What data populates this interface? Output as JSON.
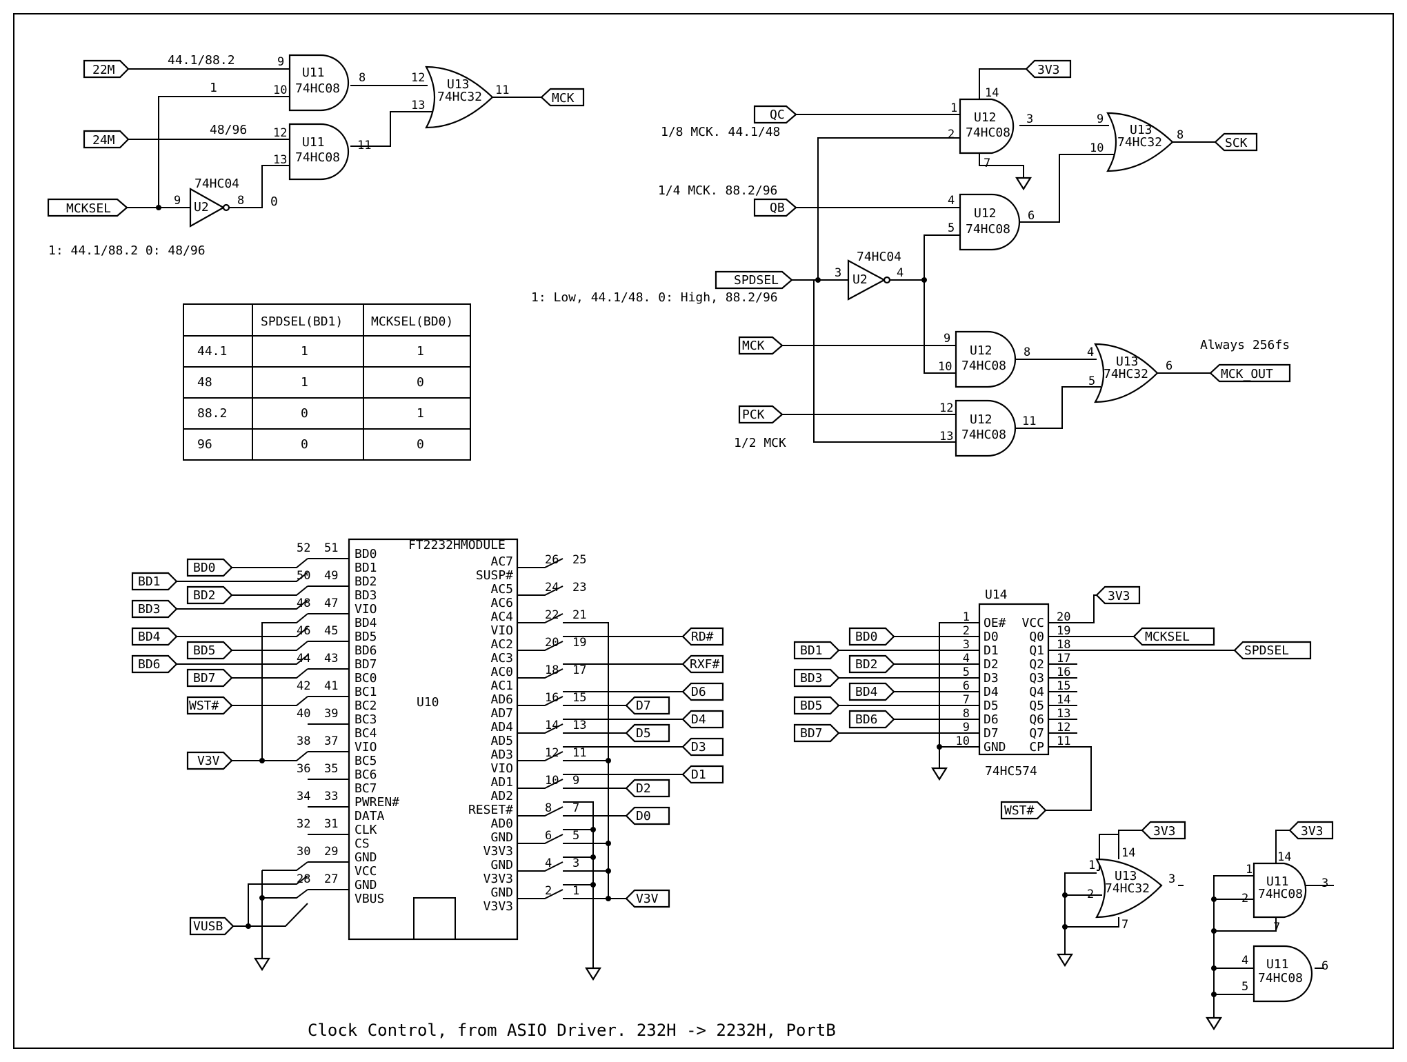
{
  "title": "Clock Control, from ASIO Driver. 232H -> 2232H, PortB",
  "top_left": {
    "ports": {
      "m22": "22M",
      "m24": "24M",
      "mcksel": "MCKSEL",
      "mck": "MCK"
    },
    "labels": {
      "a": "44.1/88.2",
      "b": "1",
      "c": "48/96",
      "zero": "0",
      "note": "1: 44.1/88.2  0: 48/96"
    },
    "gates": {
      "u11a": {
        "ref": "U11",
        "type": "74HC08",
        "p1": "9",
        "p2": "10",
        "po": "8"
      },
      "u11b": {
        "ref": "U11",
        "type": "74HC08",
        "p1": "12",
        "p2": "13",
        "po": "11"
      },
      "u13": {
        "ref": "U13",
        "type": "74HC32",
        "p1": "12",
        "p2": "13",
        "po": "11"
      },
      "u2": {
        "ref": "U2",
        "type": "74HC04",
        "pi": "9",
        "po": "8"
      }
    }
  },
  "table": {
    "headers": [
      "",
      "SPDSEL(BD1)",
      "MCKSEL(BD0)"
    ],
    "rows": [
      [
        "44.1",
        "1",
        "1"
      ],
      [
        "48",
        "1",
        "0"
      ],
      [
        "88.2",
        "0",
        "1"
      ],
      [
        "96",
        "0",
        "0"
      ]
    ]
  },
  "top_right": {
    "ports": {
      "qc": "QC",
      "qb": "QB",
      "spdsel": "SPDSEL",
      "mck": "MCK",
      "pck": "PCK",
      "sck": "SCK",
      "mck_out": "MCK_OUT",
      "v3v3": "3V3"
    },
    "labels": {
      "l18": "1/8 MCK. 44.1/48",
      "l14": "1/4 MCK. 88.2/96",
      "note": "1: Low, 44.1/48. 0: High, 88.2/96",
      "l12": "1/2 MCK",
      "always": "Always 256fs"
    },
    "gates": {
      "u12a": {
        "ref": "U12",
        "type": "74HC08",
        "p1": "1",
        "p2": "2",
        "po": "3",
        "pv": "14",
        "pg": "7"
      },
      "u12b": {
        "ref": "U12",
        "type": "74HC08",
        "p1": "4",
        "p2": "5",
        "po": "6"
      },
      "u12c": {
        "ref": "U12",
        "type": "74HC08",
        "p1": "9",
        "p2": "10",
        "po": "8"
      },
      "u12d": {
        "ref": "U12",
        "type": "74HC08",
        "p1": "12",
        "p2": "13",
        "po": "11"
      },
      "u13a": {
        "ref": "U13",
        "type": "74HC32",
        "p1": "9",
        "p2": "10",
        "po": "8"
      },
      "u13b": {
        "ref": "U13",
        "type": "74HC32",
        "p1": "4",
        "p2": "5",
        "po": "6"
      },
      "u2": {
        "ref": "U2",
        "type": "74HC04",
        "pi": "3",
        "po": "4"
      }
    }
  },
  "module": {
    "ref": "U10",
    "name": "FT2232HMODULE",
    "left_pins": [
      {
        "label": "BD0",
        "n1": "52",
        "n2": "51"
      },
      {
        "label": "BD1",
        "n1": "",
        "n2": ""
      },
      {
        "label": "BD2",
        "n1": "50",
        "n2": "49"
      },
      {
        "label": "BD3",
        "n1": "",
        "n2": ""
      },
      {
        "label": "VIO",
        "n1": "48",
        "n2": "47"
      },
      {
        "label": "BD4",
        "n1": "",
        "n2": ""
      },
      {
        "label": "BD5",
        "n1": "46",
        "n2": "45"
      },
      {
        "label": "BD6",
        "n1": "",
        "n2": ""
      },
      {
        "label": "BD7",
        "n1": "44",
        "n2": "43"
      },
      {
        "label": "BC0",
        "n1": "",
        "n2": ""
      },
      {
        "label": "BC1",
        "n1": "42",
        "n2": "41"
      },
      {
        "label": "BC2",
        "n1": "",
        "n2": ""
      },
      {
        "label": "BC3",
        "n1": "40",
        "n2": "39"
      },
      {
        "label": "BC4",
        "n1": "",
        "n2": ""
      },
      {
        "label": "VIO",
        "n1": "38",
        "n2": "37"
      },
      {
        "label": "BC5",
        "n1": "",
        "n2": ""
      },
      {
        "label": "BC6",
        "n1": "36",
        "n2": "35"
      },
      {
        "label": "BC7",
        "n1": "",
        "n2": ""
      },
      {
        "label": "PWREN#",
        "n1": "34",
        "n2": "33"
      },
      {
        "label": "DATA",
        "n1": "",
        "n2": ""
      },
      {
        "label": "CLK",
        "n1": "32",
        "n2": "31"
      },
      {
        "label": "CS",
        "n1": "",
        "n2": ""
      },
      {
        "label": "GND",
        "n1": "30",
        "n2": "29"
      },
      {
        "label": "VCC",
        "n1": "",
        "n2": ""
      },
      {
        "label": "GND",
        "n1": "28",
        "n2": "27"
      },
      {
        "label": "VBUS",
        "n1": "",
        "n2": ""
      }
    ],
    "right_pins": [
      {
        "label": "AC7",
        "n1": "26",
        "n2": "25"
      },
      {
        "label": "SUSP#",
        "n1": "",
        "n2": ""
      },
      {
        "label": "AC5",
        "n1": "24",
        "n2": "23"
      },
      {
        "label": "AC6",
        "n1": "",
        "n2": ""
      },
      {
        "label": "AC4",
        "n1": "22",
        "n2": "21"
      },
      {
        "label": "VIO",
        "n1": "",
        "n2": ""
      },
      {
        "label": "AC2",
        "n1": "20",
        "n2": "19"
      },
      {
        "label": "AC3",
        "n1": "",
        "n2": ""
      },
      {
        "label": "AC0",
        "n1": "18",
        "n2": "17"
      },
      {
        "label": "AC1",
        "n1": "",
        "n2": ""
      },
      {
        "label": "AD6",
        "n1": "16",
        "n2": "15"
      },
      {
        "label": "AD7",
        "n1": "",
        "n2": ""
      },
      {
        "label": "AD4",
        "n1": "14",
        "n2": "13"
      },
      {
        "label": "AD5",
        "n1": "",
        "n2": ""
      },
      {
        "label": "AD3",
        "n1": "12",
        "n2": "11"
      },
      {
        "label": "VIO",
        "n1": "",
        "n2": ""
      },
      {
        "label": "AD1",
        "n1": "10",
        "n2": "9"
      },
      {
        "label": "AD2",
        "n1": "",
        "n2": ""
      },
      {
        "label": "RESET#",
        "n1": "8",
        "n2": "7"
      },
      {
        "label": "AD0",
        "n1": "",
        "n2": ""
      },
      {
        "label": "GND",
        "n1": "6",
        "n2": "5"
      },
      {
        "label": "V3V3",
        "n1": "",
        "n2": ""
      },
      {
        "label": "GND",
        "n1": "4",
        "n2": "3"
      },
      {
        "label": "V3V3",
        "n1": "",
        "n2": ""
      },
      {
        "label": "GND",
        "n1": "2",
        "n2": "1"
      },
      {
        "label": "V3V3",
        "n1": "",
        "n2": ""
      }
    ],
    "left_ports": {
      "bd0": "BD0",
      "bd1": "BD1",
      "bd2": "BD2",
      "bd3": "BD3",
      "bd4": "BD4",
      "bd5": "BD5",
      "bd6": "BD6",
      "bd7": "BD7",
      "wst": "WST#",
      "v3v": "V3V",
      "vusb": "VUSB"
    },
    "right_ports": {
      "rd": "RD#",
      "rxf": "RXF#",
      "d7": "D7",
      "d6": "D6",
      "d5": "D5",
      "d4": "D4",
      "d3": "D3",
      "d2": "D2",
      "d1": "D1",
      "d0": "D0",
      "v3v": "V3V"
    }
  },
  "latch": {
    "ref": "U14",
    "type": "74HC574",
    "left_pins": [
      {
        "num": "1",
        "label": "OE#"
      },
      {
        "num": "2",
        "label": "D0"
      },
      {
        "num": "3",
        "label": "D1"
      },
      {
        "num": "4",
        "label": "D2"
      },
      {
        "num": "5",
        "label": "D3"
      },
      {
        "num": "6",
        "label": "D4"
      },
      {
        "num": "7",
        "label": "D5"
      },
      {
        "num": "8",
        "label": "D6"
      },
      {
        "num": "9",
        "label": "D7"
      },
      {
        "num": "10",
        "label": "GND"
      }
    ],
    "right_pins": [
      {
        "num": "20",
        "label": "VCC"
      },
      {
        "num": "19",
        "label": "Q0"
      },
      {
        "num": "18",
        "label": "Q1"
      },
      {
        "num": "17",
        "label": "Q2"
      },
      {
        "num": "16",
        "label": "Q3"
      },
      {
        "num": "15",
        "label": "Q4"
      },
      {
        "num": "14",
        "label": "Q5"
      },
      {
        "num": "13",
        "label": "Q6"
      },
      {
        "num": "12",
        "label": "Q7"
      },
      {
        "num": "11",
        "label": "CP"
      }
    ],
    "ports": {
      "bd0": "BD0",
      "bd1": "BD1",
      "bd2": "BD2",
      "bd3": "BD3",
      "bd4": "BD4",
      "bd5": "BD5",
      "bd6": "BD6",
      "bd7": "BD7",
      "v3v3": "3V3",
      "mcksel": "MCKSEL",
      "spdsel": "SPDSEL",
      "wst": "WST#"
    }
  },
  "spares": {
    "u13": {
      "ref": "U13",
      "type": "74HC32",
      "p1": "1",
      "p2": "2",
      "po": "3",
      "pv": "14",
      "pg": "7",
      "v": "3V3"
    },
    "u11a": {
      "ref": "U11",
      "type": "74HC08",
      "p1": "1",
      "p2": "2",
      "po": "3",
      "pv": "14",
      "pg": "7",
      "v": "3V3"
    },
    "u11b": {
      "ref": "U11",
      "type": "74HC08",
      "p1": "4",
      "p2": "5",
      "po": "6"
    }
  }
}
